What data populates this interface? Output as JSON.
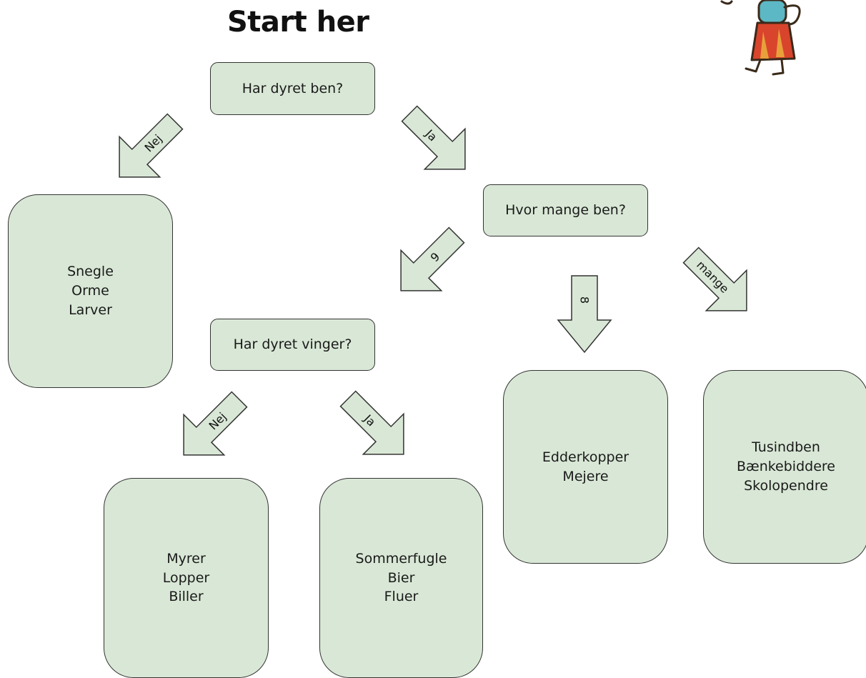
{
  "title": "Start her",
  "questions": {
    "has_legs": "Har dyret ben?",
    "how_many_legs": "Hvor mange ben?",
    "has_wings": "Har dyret vinger?"
  },
  "arrows": {
    "legs_no": "Nej",
    "legs_yes": "Ja",
    "legs_6": "6",
    "legs_8": "8",
    "legs_many": "mange",
    "wings_no": "Nej",
    "wings_yes": "Ja"
  },
  "results": {
    "no_legs": [
      "Snegle",
      "Orme",
      "Larver"
    ],
    "six_no_wings": [
      "Myrer",
      "Lopper",
      "Biller"
    ],
    "six_wings": [
      "Sommerfugle",
      "Bier",
      "Fluer"
    ],
    "eight_legs": [
      "Edderkopper",
      "Mejere"
    ],
    "many_legs": [
      "Tusindben",
      "Bænkebiddere",
      "Skolopendre"
    ]
  },
  "colors": {
    "box_fill": "#d9e8d6",
    "stroke": "#333333"
  }
}
